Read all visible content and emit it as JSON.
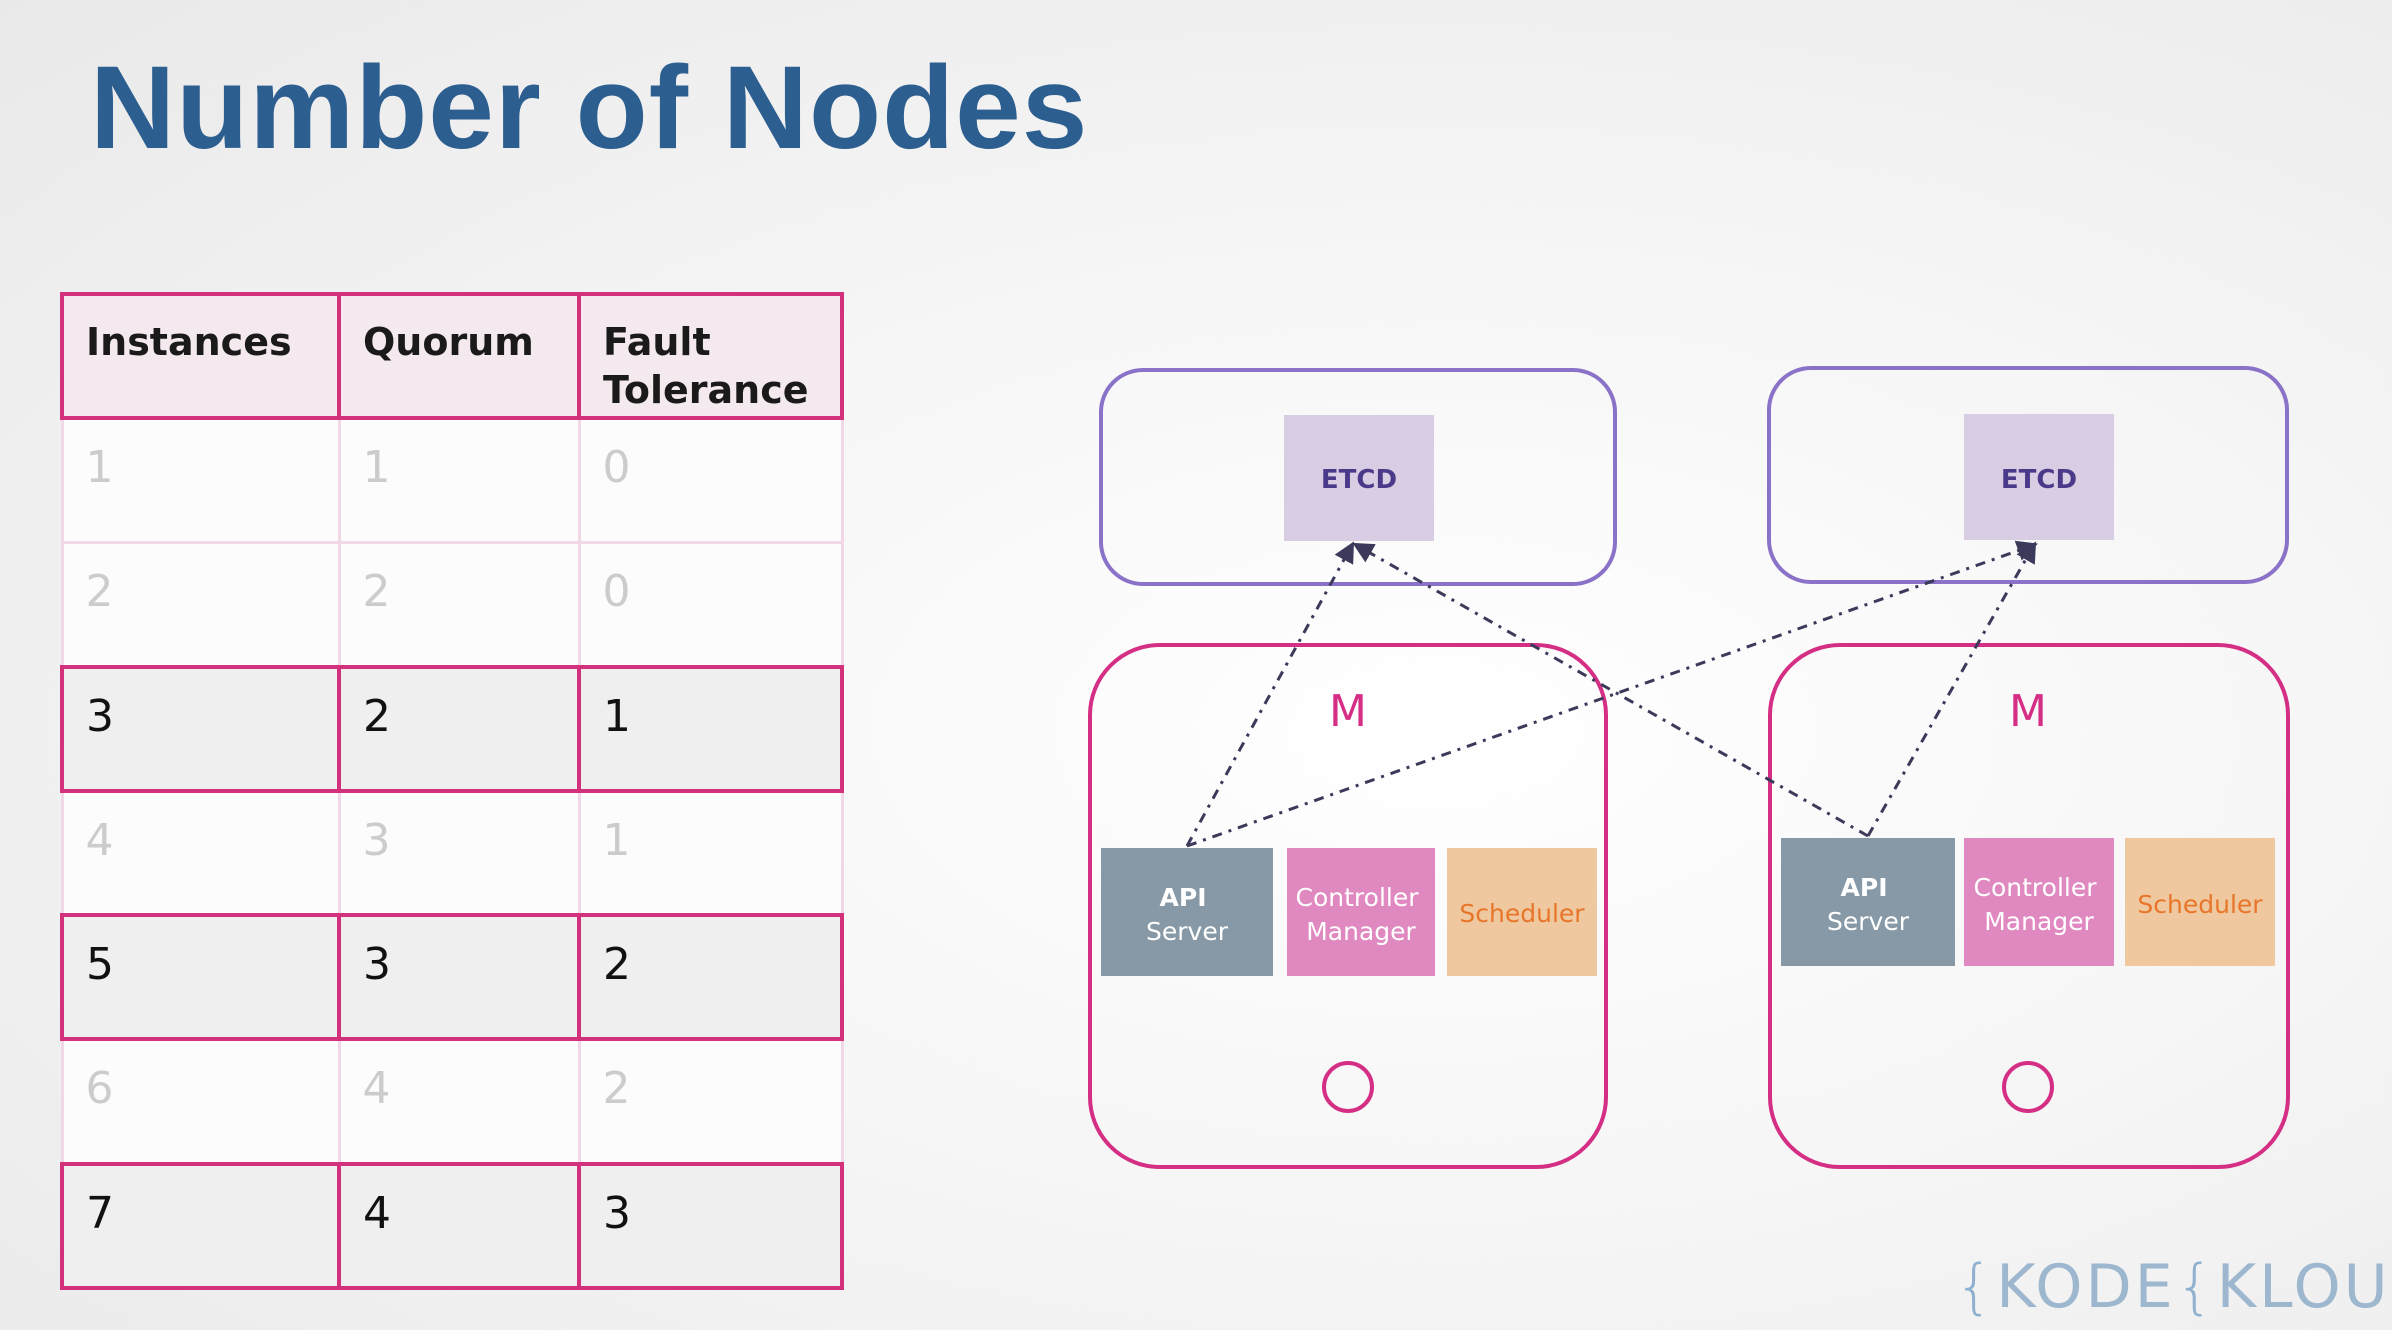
{
  "title": "Number of Nodes",
  "table": {
    "headers": [
      "Instances",
      "Quorum",
      "Fault Tolerance"
    ],
    "rows": [
      {
        "instances": "1",
        "quorum": "1",
        "fault_tolerance": "0",
        "highlighted": false
      },
      {
        "instances": "2",
        "quorum": "2",
        "fault_tolerance": "0",
        "highlighted": false
      },
      {
        "instances": "3",
        "quorum": "2",
        "fault_tolerance": "1",
        "highlighted": true
      },
      {
        "instances": "4",
        "quorum": "3",
        "fault_tolerance": "1",
        "highlighted": false
      },
      {
        "instances": "5",
        "quorum": "3",
        "fault_tolerance": "2",
        "highlighted": true
      },
      {
        "instances": "6",
        "quorum": "4",
        "fault_tolerance": "2",
        "highlighted": false
      },
      {
        "instances": "7",
        "quorum": "4",
        "fault_tolerance": "3",
        "highlighted": true
      }
    ]
  },
  "diagram": {
    "etcd_label": "ETCD",
    "master_label": "M",
    "api_server": {
      "line1": "API",
      "line2": "Server"
    },
    "controller_manager": {
      "line1": "Controller",
      "line2": "Manager"
    },
    "scheduler": "Scheduler",
    "colors": {
      "etcd_box_border": "#8a72c8",
      "etcd_fill": "#d8cde2",
      "etcd_text": "#4b3a8a",
      "master_border": "#d42f84",
      "api_fill": "#8799a6",
      "controller_fill": "#e088c0",
      "scheduler_fill": "#f0c8a0",
      "scheduler_text": "#e8762a",
      "arrow": "#3b3a5a"
    }
  },
  "logo": {
    "brace1": "{",
    "k1": "K",
    "ode": "ODE",
    "brace2": "{",
    "k2": "K",
    "loud": "LOUD"
  }
}
